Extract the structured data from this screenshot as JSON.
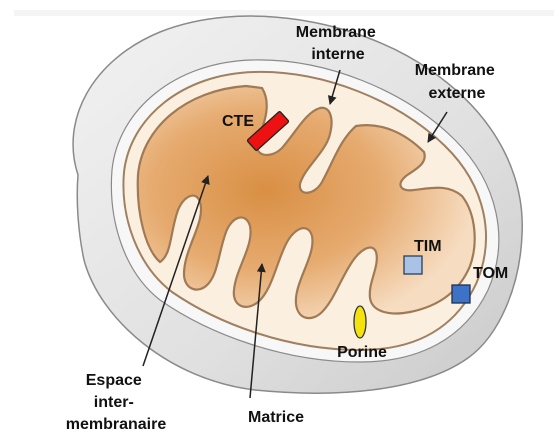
{
  "labels": {
    "membrane_interne": [
      "Membrane",
      "interne"
    ],
    "membrane_externe": [
      "Membrane",
      "externe"
    ],
    "cte": "CTE",
    "tim": "TIM",
    "tom": "TOM",
    "porine": "Porine",
    "espace": [
      "Espace",
      "inter-",
      "membranaire"
    ],
    "matrice": "Matrice"
  },
  "colors": {
    "outer_shell": "#e3e3e3",
    "outer_shell_rim": "#f7f7f7",
    "outline": "#8a8a8a",
    "intermembrane_space": "#fbefe0",
    "matrix_center": "#d98f44",
    "matrix_edge": "#f6dcc0",
    "cte": "#ee1111",
    "tim": "#a9c2e6",
    "tom": "#3e72c6",
    "porine": "#f4e20e",
    "arrow": "#222222"
  },
  "icons": {
    "cte": "red-rectangle",
    "tim": "light-blue-square",
    "tom": "blue-square",
    "porine": "yellow-ellipse",
    "pointer": "arrow"
  }
}
